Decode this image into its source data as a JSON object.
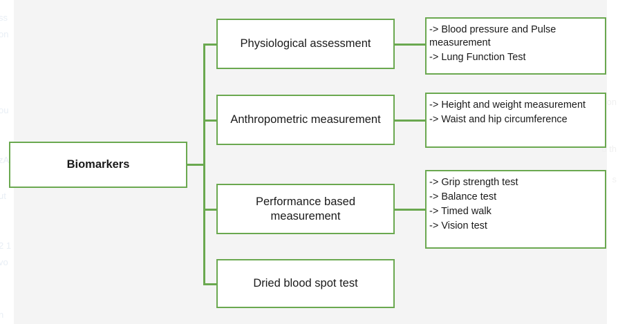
{
  "diagram": {
    "title": "Biomarkers",
    "root": {
      "label": "Biomarkers"
    },
    "branches": [
      {
        "label": "Physiological assessment",
        "details": [
          "-> Blood pressure and Pulse measurement",
          "-> Lung Function Test"
        ]
      },
      {
        "label": "Anthropometric measurement",
        "details": [
          "-> Height and weight measurement",
          "-> Waist and hip circumference"
        ]
      },
      {
        "label": "Performance based measurement",
        "details": [
          "-> Grip strength test",
          "-> Balance test",
          "-> Timed walk",
          "-> Vision test"
        ]
      },
      {
        "label": "Dried blood spot test",
        "details": []
      }
    ],
    "colors": {
      "border": "#6aa84f",
      "connector": "#6aa84f",
      "box_fill": "#ffffff",
      "page_background": "#f4f4f4",
      "text": "#1a1a1a"
    }
  },
  "background_bleed": {
    "left": [
      "ss",
      "on",
      "ou",
      "zA",
      "ut",
      "2 1",
      "vo",
      "n"
    ],
    "right": [
      "on",
      "u th",
      "s"
    ]
  }
}
